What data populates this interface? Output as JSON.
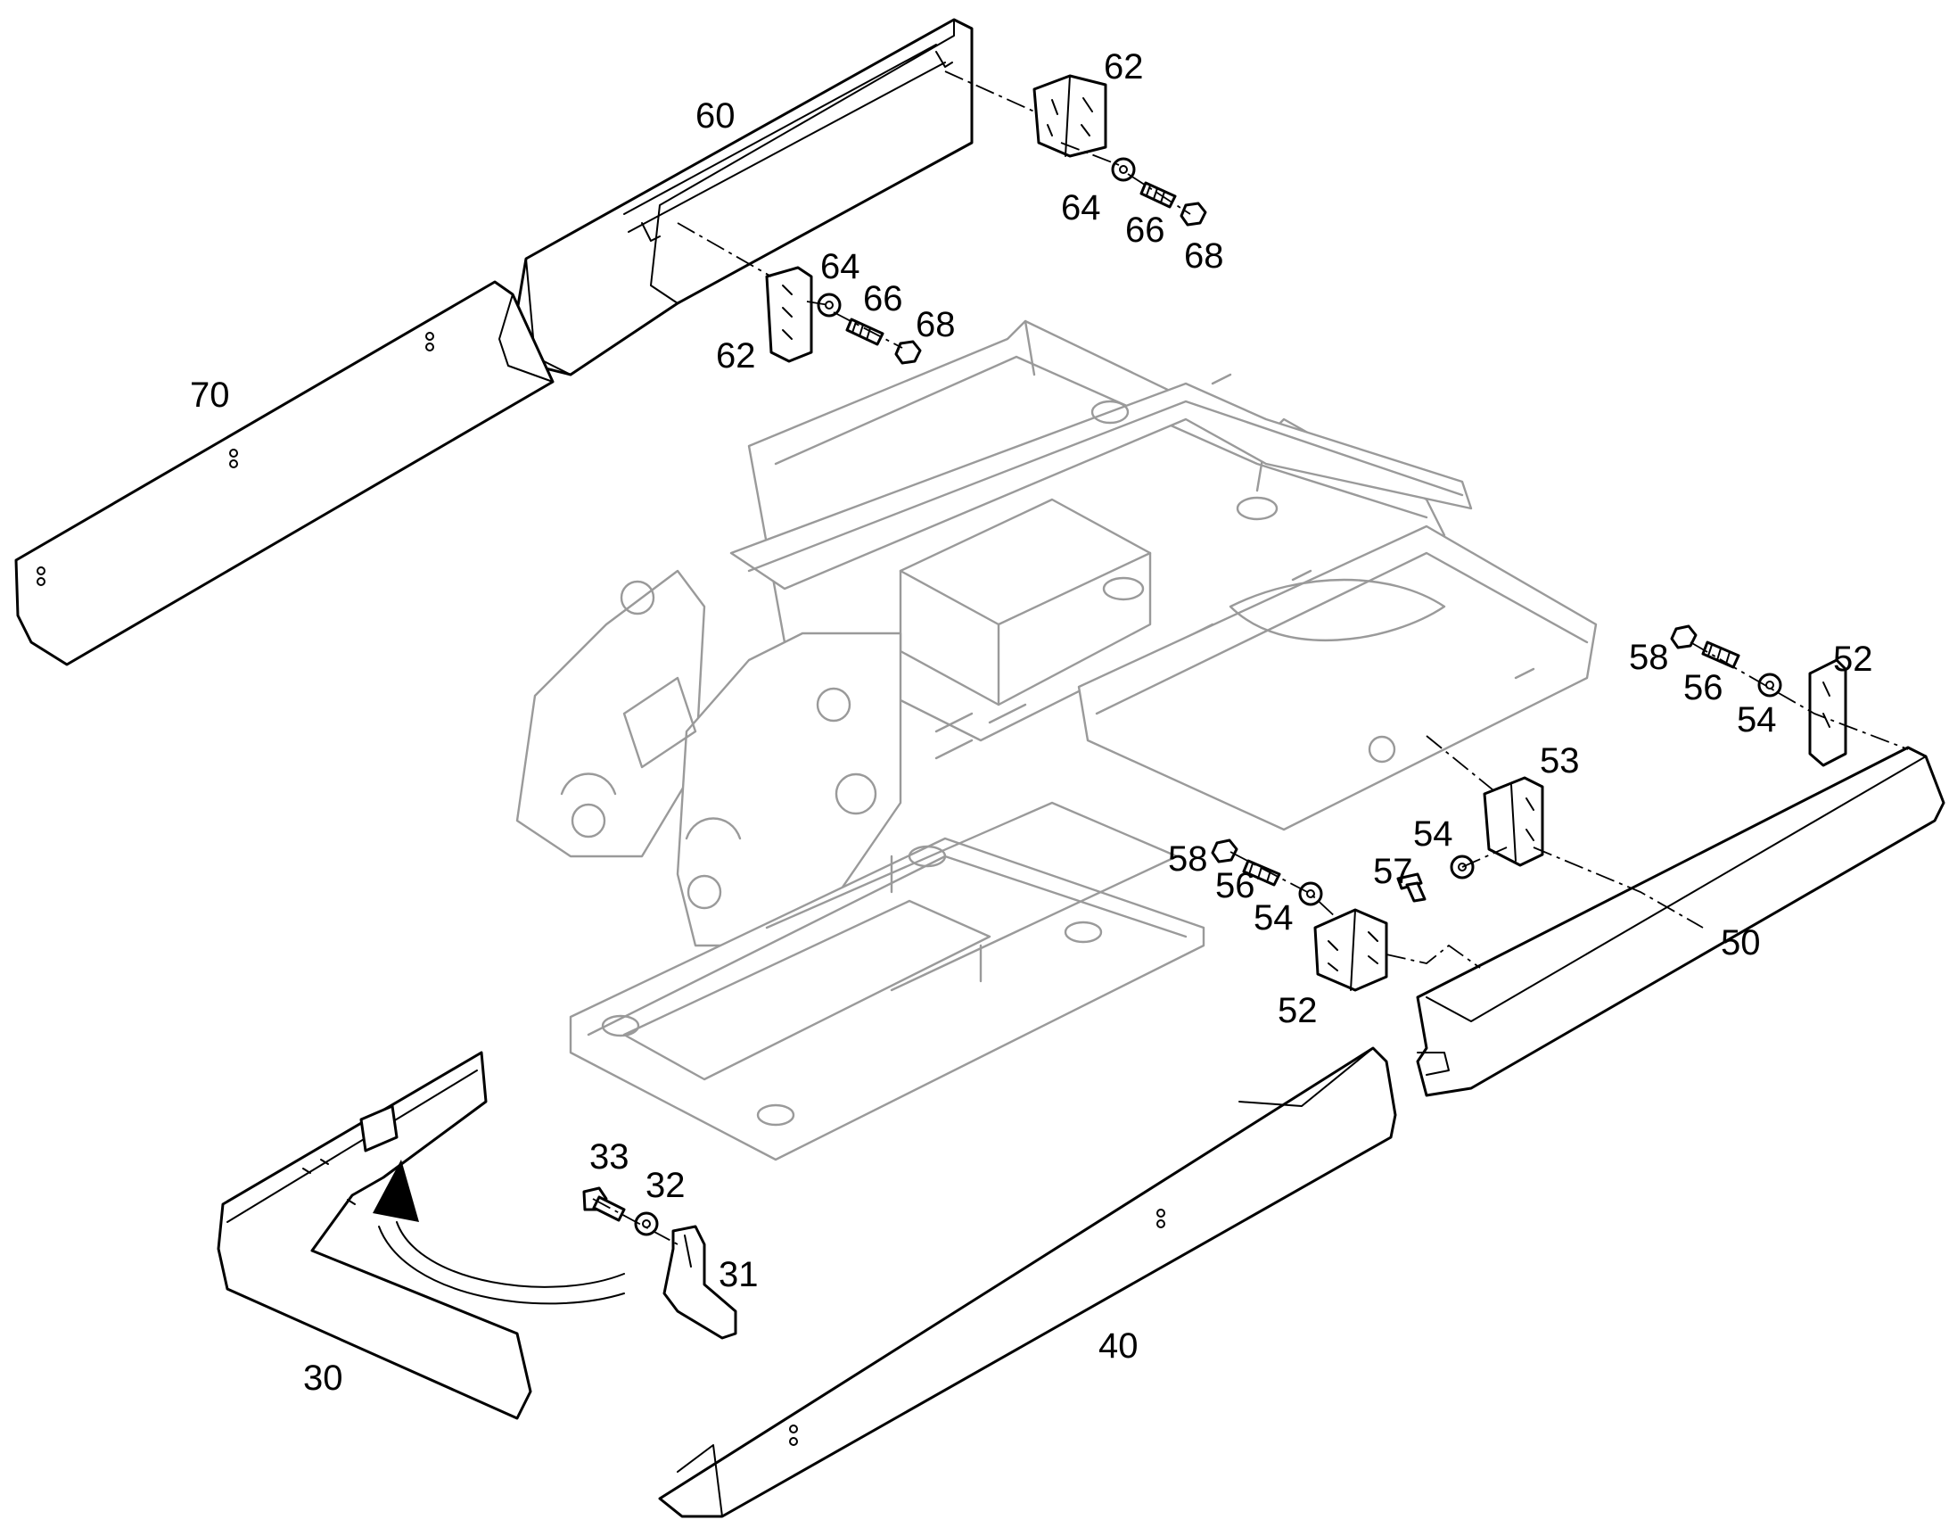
{
  "diagram": {
    "callouts": {
      "c60": "60",
      "c62a": "62",
      "c64a": "64",
      "c66a": "66",
      "c68a": "68",
      "c64b": "64",
      "c66b": "66",
      "c68b": "68",
      "c62b": "62",
      "c70": "70",
      "c58a": "58",
      "c56a": "56",
      "c52a": "52",
      "c54a": "54",
      "c53": "53",
      "c54b": "54",
      "c58b": "58",
      "c57": "57",
      "c56b": "56",
      "c54c": "54",
      "c52b": "52",
      "c50": "50",
      "c33": "33",
      "c32": "32",
      "c31": "31",
      "c30": "30",
      "c40": "40"
    },
    "colors": {
      "line": "#000000",
      "frame": "#9a9a9a",
      "background": "#ffffff"
    }
  }
}
